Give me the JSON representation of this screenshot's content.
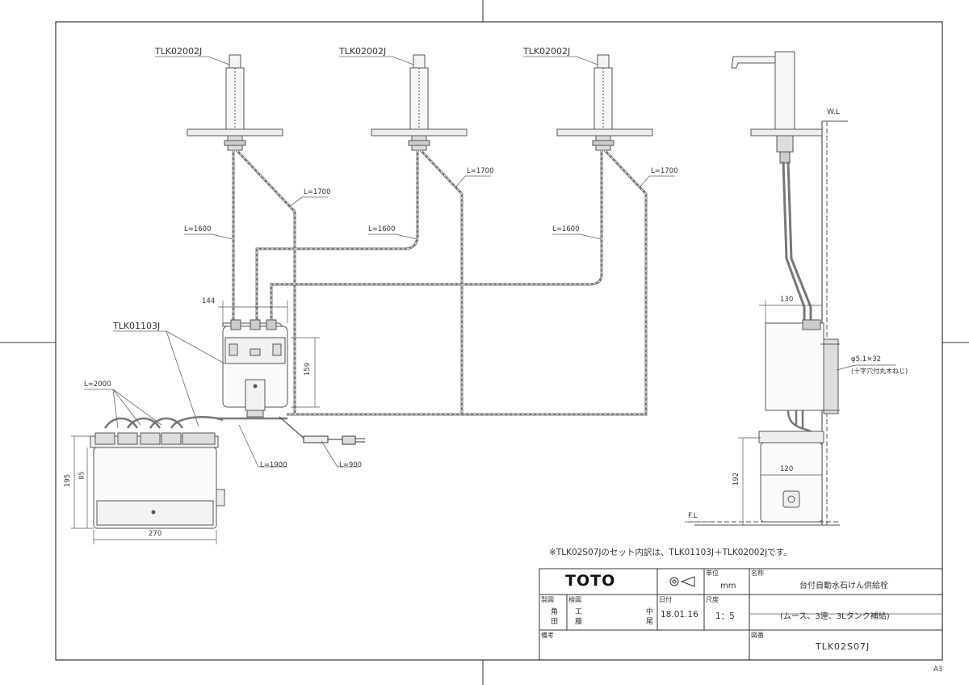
{
  "labels": {
    "faucet1": "TLK02002J",
    "faucet2": "TLK02002J",
    "faucet3": "TLK02002J",
    "controller": "TLK01103J",
    "wl": "W.L",
    "fl": "F.L"
  },
  "lengths": {
    "l1600_a": "L=1600",
    "l1600_b": "L=1600",
    "l1600_c": "L=1600",
    "l1700_a": "L=1700",
    "l1700_b": "L=1700",
    "l1700_c": "L=1700",
    "l2000": "L=2000",
    "l1900": "L=1900",
    "l900": "L=900"
  },
  "dimensions": {
    "d144": "144",
    "d159": "159",
    "d195": "195",
    "d270": "270",
    "d130": "130",
    "d120": "120",
    "d192": "192",
    "d_bottle": "85",
    "screw_1": "φ5.1×32",
    "screw_2": "(十字穴付丸木ねじ)"
  },
  "note": "※TLK02S07Jのセット内訳は、TLK01103J＋TLK02002Jです。",
  "title_block": {
    "brand": "TOTO",
    "unit_label": "単位",
    "unit_value": "mm",
    "name_label": "名称",
    "name_value": "台付自動水石けん供給栓",
    "name_sub": "(ムース、3連、3Lタンク補給)",
    "drawn_label": "製図",
    "drawn_1": "角",
    "drawn_2": "田",
    "check_label": "検図",
    "check_1": "工",
    "check_2": "藤",
    "check_3": "中",
    "check_4": "尾",
    "date_label": "日付",
    "date_value": "18.01.16",
    "scale_label": "尺度",
    "scale_value": "1：5",
    "remark_label": "備考",
    "drawing_no_label": "図番",
    "drawing_no_value": "TLK02S07J"
  },
  "sheet_size": "A3"
}
